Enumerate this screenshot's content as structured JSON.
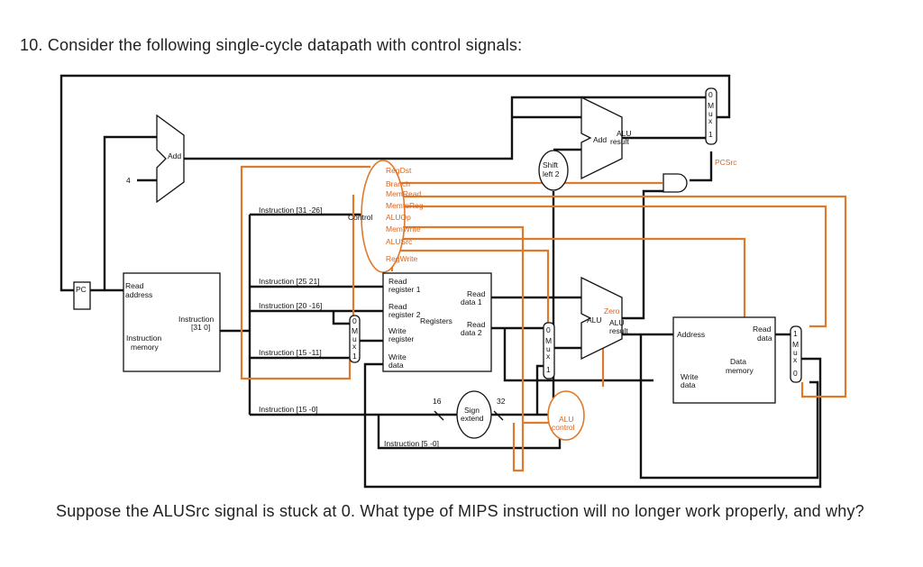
{
  "question": {
    "number": "10.",
    "prompt": "Consider the following single-cycle datapath with control signals:",
    "text": "Suppose the ALUSrc signal is stuck at 0. What type of MIPS instruction will no longer work properly, and why?"
  },
  "diagram": {
    "pc": "PC",
    "add": "Add",
    "four": "4",
    "imem_read_address": [
      "Read",
      "address"
    ],
    "imem_instruction": [
      "Instruction",
      "[31  0]"
    ],
    "imem_name": [
      "Instruction",
      "memory"
    ],
    "control": "Control",
    "control_signals": [
      "RegDst",
      "Branch",
      "MemRead",
      "MemtoReg",
      "ALUOp",
      "MemWrite",
      "ALUSrc",
      "RegWrite"
    ],
    "instr_fields": [
      "Instruction [31 -26]",
      "Instruction [25  21]",
      "Instruction [20 -16]",
      "Instruction [15 -11]",
      "Instruction [15 -0]",
      "Instruction [5 -0]"
    ],
    "reg_labels": [
      "Read",
      "register 1",
      "Read",
      "register 2",
      "Registers",
      "Write",
      "register",
      "Write",
      "data",
      "Read",
      "data 1",
      "Read",
      "data 2"
    ],
    "shift": [
      "Shift",
      "left 2"
    ],
    "branch_alu": [
      "Add",
      "ALU",
      "result"
    ],
    "main_alu": [
      "Zero",
      "ALU",
      "ALU",
      "result"
    ],
    "sign_extend": [
      "Sign",
      "extend"
    ],
    "bits": [
      "16",
      "32"
    ],
    "alu_control": [
      "ALU",
      "control"
    ],
    "dmem": [
      "Address",
      "Read",
      "data",
      "Data",
      "memory",
      "Write",
      "data"
    ],
    "mux": [
      "M",
      "u",
      "x"
    ],
    "mux_in": [
      "0",
      "1"
    ],
    "pcsrc": "PCSrc"
  }
}
